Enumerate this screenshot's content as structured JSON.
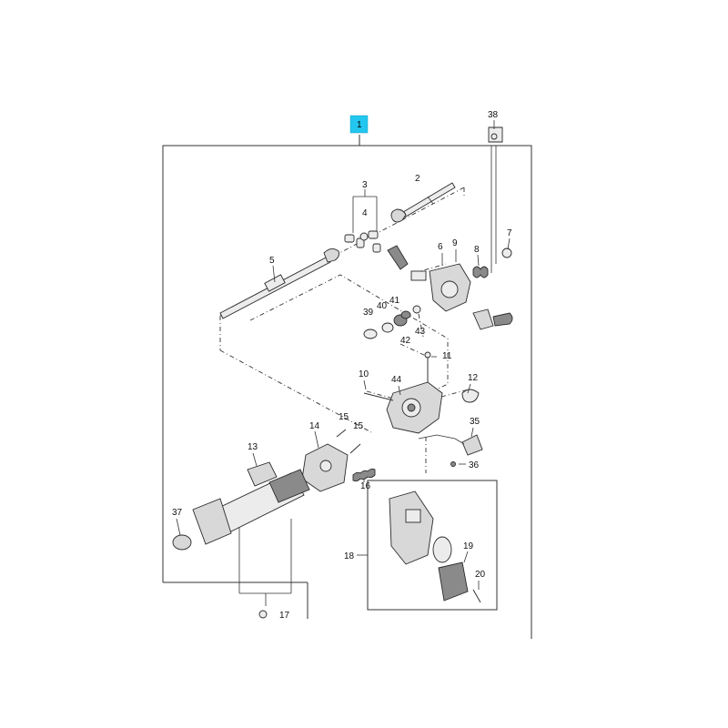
{
  "diagram": {
    "highlight_color": "#22c6ee",
    "highlighted_label": "1",
    "part_labels": {
      "p1": "1",
      "p2": "2",
      "p3": "3",
      "p4": "4",
      "p5": "5",
      "p6": "6",
      "p7": "7",
      "p8": "8",
      "p9": "9",
      "p10": "10",
      "p11": "11",
      "p12": "12",
      "p13": "13",
      "p14": "14",
      "p15a": "15",
      "p15b": "15",
      "p16": "16",
      "p17": "17",
      "p18": "18",
      "p19": "19",
      "p20": "20",
      "p35": "35",
      "p36": "36",
      "p37": "37",
      "p38": "38",
      "p39": "39",
      "p40": "40",
      "p41": "41",
      "p42": "42",
      "p43": "43",
      "p44": "44"
    }
  }
}
